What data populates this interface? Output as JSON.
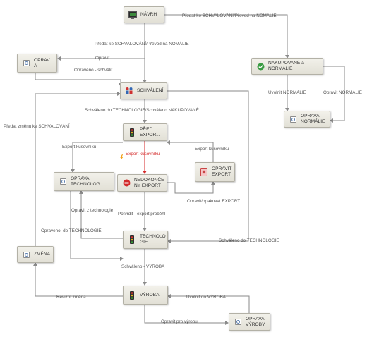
{
  "nodes": {
    "navrh": "NÁVRH",
    "oprava_a": "OPRAV A",
    "nakupovane": "NAKUPOVANÉ a NORMÁLIE",
    "schvaleni": "SCHVÁLENÍ",
    "oprava_normalie": "OPRAVA NORMÁLIE",
    "pred_export": "PŘED EXPOR...",
    "oprava_technolog": "OPRAVA TECHNOLOG...",
    "nedokoncey_export": "NEDOKONČE NY EXPORT",
    "opravit_export": "OPRAVIT EXPORT",
    "zmena": "ZMĚNA",
    "technologie": "TECHNOLO GIE",
    "vyroba": "VÝROBA",
    "oprava_vyroby": "OPRAVA VÝROBY"
  },
  "edges": {
    "navrh_to_nakupovane": "Předat ke SCHVALOVÁNÍ/Převod na NOMÁLIE",
    "navrh_to_schvaleni": "Předat ke SCHVALOVÁNÍ/Převod na NOMÁLIE",
    "opravit": "Opravit",
    "opraveno_schvalit": "Opraveno - schválit",
    "uvolnit_normalie": "Uvolnit NORMÁLIE",
    "opravit_normalie": "Opravit NORMÁLIE",
    "schvaleno_technologie_nakupovane": "Schváleno do TECHNOLOGIE/Schváleno NAKUPOVANÉ",
    "predat_zmenu": "Předat změnu ke SCHVALOVÁNÍ",
    "export_kusovniku_left": "Export kusovníku",
    "export_kusovniku_red": "Export kusovníku",
    "export_kusovniku_right": "Export kusovníku",
    "opravit_opakovat_export": "Opravit/opakovat EXPORT",
    "potvrdit_export": "Potvrdit - export proběhl",
    "opravit_z_technologie": "Opravit z technologie",
    "opraveno_do_technologie": "Opraveno, do TECHNOLOGIE",
    "schvaleno_do_technologie": "Schváleno do TECHNOLOGIE",
    "schvaleno_vyroba": "Schváleno - VÝROBA",
    "revizni_zmena": "Revizní změna",
    "uvolnit_do_vyroba": "Uvolnit do VÝROBA",
    "opravit_pro_vyrobu": "Opravit pro výrobu"
  },
  "icons": {
    "navrh": "monitor-icon",
    "oprava_a": "magnifier-icon",
    "nakupovane": "check-badge-icon",
    "schvaleni": "approval-people-icon",
    "oprava_normalie": "magnifier-icon",
    "pred_export": "traffic-light-icon",
    "oprava_technolog": "magnifier-icon",
    "nedokoncey_export": "stop-icon",
    "opravit_export": "warning-icon",
    "zmena": "magnifier-icon",
    "technologie": "traffic-light-icon",
    "vyroba": "traffic-light-icon",
    "oprava_vyroby": "magnifier-icon",
    "export_red": "lightning-icon"
  },
  "colors": {
    "edge": "#8a8a8a",
    "highlight": "#d42a2a",
    "node_border": "#b3b1a6",
    "node_fill": "#eceae1"
  }
}
